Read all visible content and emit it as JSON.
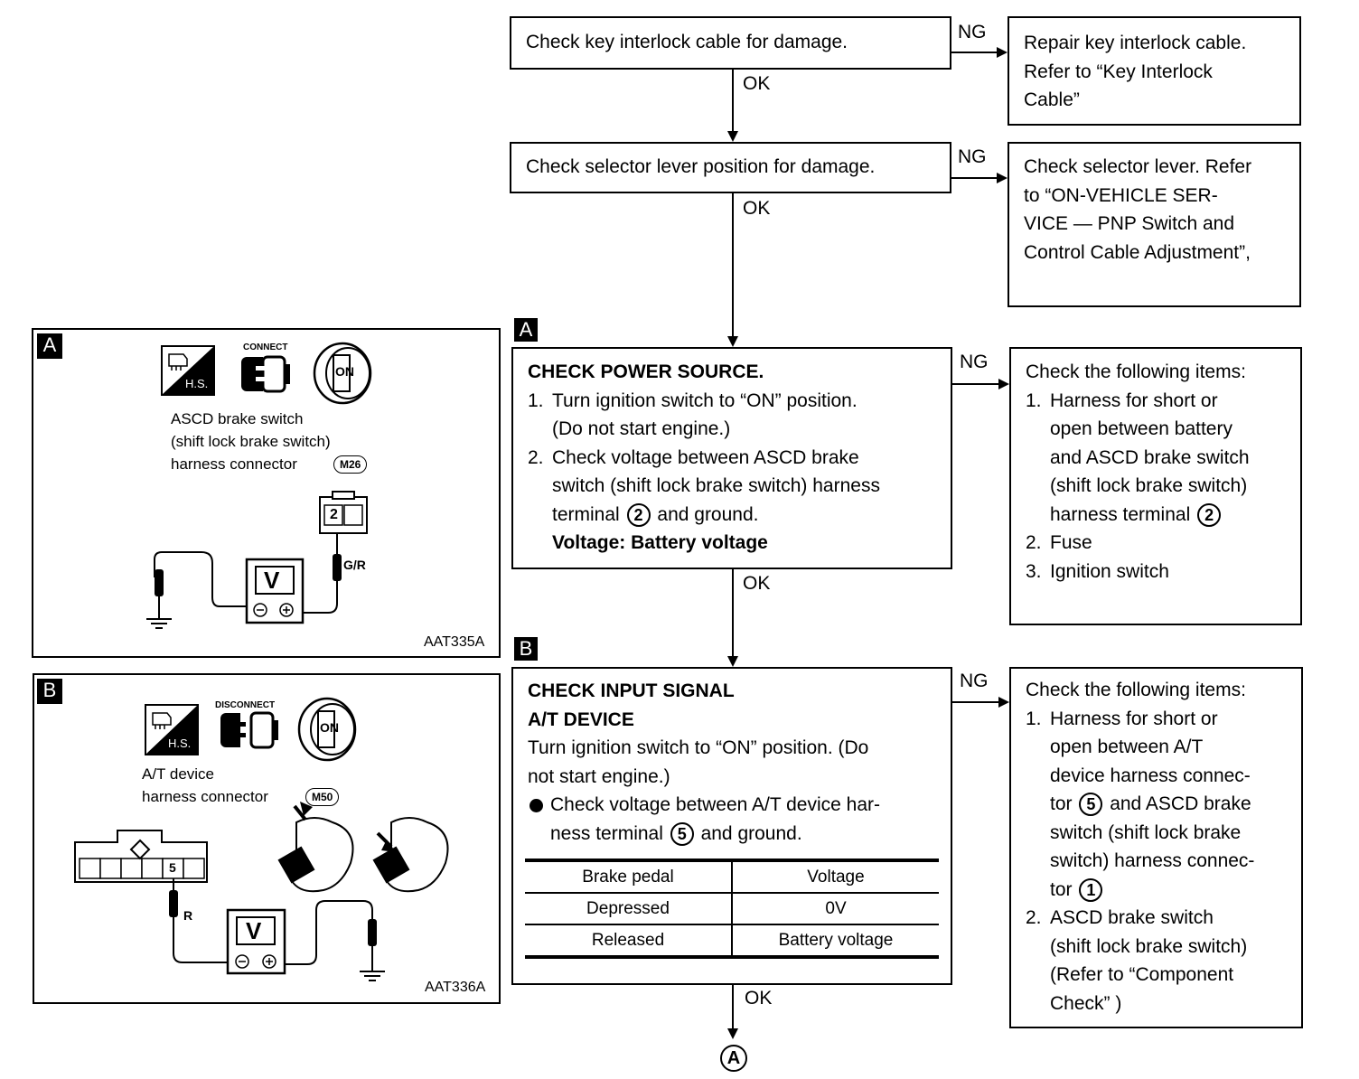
{
  "flow": {
    "step1": {
      "text": "Check key interlock cable for damage."
    },
    "step1_ng": {
      "lines": [
        "Repair key interlock cable.",
        "Refer to “Key Interlock",
        "Cable”"
      ]
    },
    "step2": {
      "text": "Check selector lever position for damage."
    },
    "step2_ng": {
      "lines": [
        "Check selector lever. Refer",
        "to “ON-VEHICLE SER-",
        "VICE — PNP Switch and",
        "Control Cable Adjustment”,"
      ]
    },
    "step3": {
      "tag": "A",
      "title": "CHECK POWER SOURCE.",
      "items": [
        {
          "num": "1.",
          "lines": [
            "Turn ignition switch to “ON” position.",
            "(Do not start engine.)"
          ]
        },
        {
          "num": "2.",
          "lines": [
            "Check voltage between ASCD brake",
            "switch (shift lock brake switch) harness"
          ]
        }
      ],
      "terminal_pre": "terminal",
      "terminal_num": "2",
      "terminal_post": "and ground.",
      "spec": "Voltage: Battery voltage"
    },
    "step3_ng": {
      "title": "Check the following items:",
      "item1_num": "1.",
      "item1_lines": [
        "Harness for short or",
        "open between battery",
        "and ASCD brake switch",
        "(shift lock brake switch)"
      ],
      "item1_term_pre": "harness terminal",
      "item1_term_num": "2",
      "item2_num": "2.",
      "item2": "Fuse",
      "item3_num": "3.",
      "item3": "Ignition switch"
    },
    "step4": {
      "tag": "B",
      "title1": "CHECK INPUT SIGNAL",
      "title2": "A/T DEVICE",
      "intro": [
        "Turn ignition switch to “ON” position. (Do",
        "not start engine.)"
      ],
      "bullet_line1": "Check voltage between A/T device har-",
      "bullet_pre": "ness terminal",
      "bullet_num": "5",
      "bullet_post": "and ground.",
      "table": {
        "headers": [
          "Brake pedal",
          "Voltage"
        ],
        "rows": [
          [
            "Depressed",
            "0V"
          ],
          [
            "Released",
            "Battery voltage"
          ]
        ]
      }
    },
    "step4_ng": {
      "title": "Check the following items:",
      "item1_num": "1.",
      "item1_lines": [
        "Harness for short or",
        "open between A/T",
        "device harness connec-"
      ],
      "line4_pre": "tor",
      "line4_num": "5",
      "line4_post": "and ASCD brake",
      "item1_lines2": [
        "switch (shift lock brake",
        "switch) harness connec-"
      ],
      "line7_pre": "tor",
      "line7_num": "1",
      "item2_num": "2.",
      "item2_lines": [
        "ASCD brake switch",
        "(shift lock brake switch)",
        "(Refer to “Component",
        "Check”              )"
      ]
    },
    "ok": "OK",
    "ng": "NG",
    "end_connector": "A"
  },
  "panel_a": {
    "tag": "A",
    "connect": "CONNECT",
    "hs": "H.S.",
    "on": "ON",
    "lines": [
      "ASCD brake switch",
      "(shift lock brake switch)",
      "harness connector"
    ],
    "connector_id": "M26",
    "terminal": "2",
    "wire": "G/R",
    "meter": "V",
    "code": "AAT335A"
  },
  "panel_b": {
    "tag": "B",
    "connect": "DISCONNECT",
    "hs": "H.S.",
    "on": "ON",
    "lines": [
      "A/T device",
      "harness connector"
    ],
    "connector_id": "M50",
    "terminal": "5",
    "wire": "R",
    "meter": "V",
    "code": "AAT336A"
  }
}
